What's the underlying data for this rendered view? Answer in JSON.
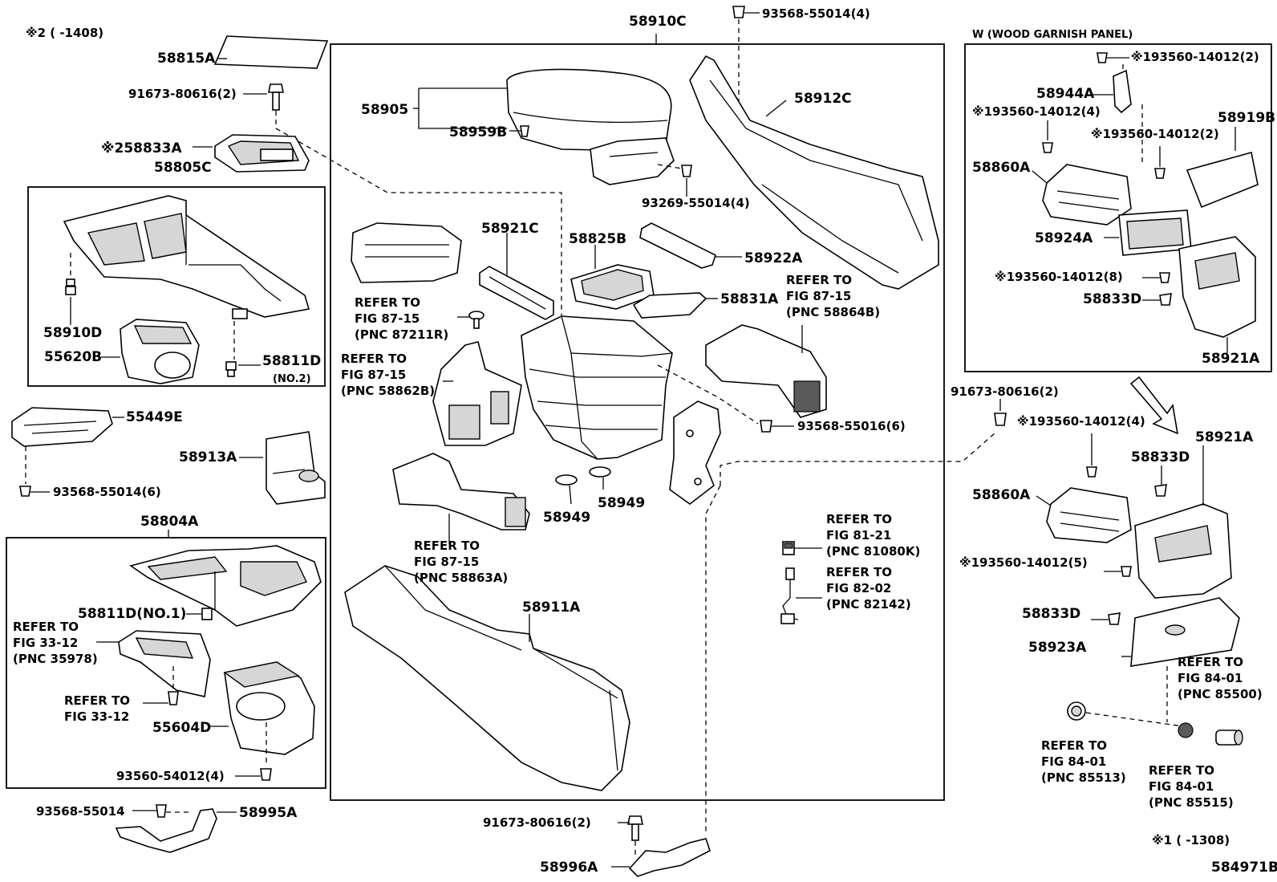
{
  "labels": {
    "note_2": "※2 (       -1408)",
    "note_1": "※1 (       -1308)",
    "p58815A": "58815A",
    "p91673_top": "91673-80616(2)",
    "p58833A": "※258833A",
    "p58805C": "58805C",
    "p58910D": "58910D",
    "p55620B": "55620B",
    "p58811D": "58811D",
    "p58811D_no2": "(NO.2)",
    "p55449E": "55449E",
    "p93568_6": "93568-55014(6)",
    "p58913A": "58913A",
    "p58804A": "58804A",
    "p58811D_no1": "58811D(NO.1)",
    "refer_33_12a_1": "REFER TO",
    "refer_33_12a_2": "FIG 33-12",
    "refer_33_12a_3": "(PNC 35978)",
    "refer_33_12b_1": "REFER TO",
    "refer_33_12b_2": "FIG 33-12",
    "p55604D": "55604D",
    "p93560_54012": "93560-54012(4)",
    "p93568_bottom": "93568-55014",
    "p58995A": "58995A",
    "p58910C": "58910C",
    "p93568_4": "93568-55014(4)",
    "p58905": "58905",
    "p58959B": "58959B",
    "p93269": "93269-55014(4)",
    "p58912C": "58912C",
    "p58921C": "58921C",
    "p58825B": "58825B",
    "p58922A": "58922A",
    "p58831A": "58831A",
    "refer_87211_1": "REFER TO",
    "refer_87211_2": "FIG 87-15",
    "refer_87211_3": "(PNC 87211R)",
    "refer_58862_1": "REFER TO",
    "refer_58862_2": "FIG 87-15",
    "refer_58862_3": "(PNC 58862B)",
    "refer_58864_1": "REFER TO",
    "refer_58864_2": "FIG 87-15",
    "refer_58864_3": "(PNC 58864B)",
    "p93568_55016": "93568-55016(6)",
    "p58949a": "58949",
    "p58949b": "58949",
    "refer_58863_1": "REFER TO",
    "refer_58863_2": "FIG 87-15",
    "refer_58863_3": "(PNC 58863A)",
    "p58911A": "58911A",
    "refer_81080_1": "REFER TO",
    "refer_81080_2": "FIG 81-21",
    "refer_81080_3": "(PNC 81080K)",
    "refer_82142_1": "REFER TO",
    "refer_82142_2": "FIG 82-02",
    "refer_82142_3": "(PNC 82142)",
    "p91673_bottom": "91673-80616(2)",
    "p58996A": "58996A",
    "wood_title": "W (WOOD GARNISH PANEL)",
    "w_193560_2a": "※193560-14012(2)",
    "w_58944A": "58944A",
    "w_193560_4": "※193560-14012(4)",
    "w_58919B": "58919B",
    "w_193560_2b": "※193560-14012(2)",
    "w_58860A": "58860A",
    "w_58924A": "58924A",
    "w_193560_8": "※193560-14012(8)",
    "w_58833D": "58833D",
    "w_58921A": "58921A",
    "p91673_right": "91673-80616(2)",
    "r_193560_4": "※193560-14012(4)",
    "r_58921A": "58921A",
    "r_58833D": "58833D",
    "r_58860A": "58860A",
    "r_193560_5": "※193560-14012(5)",
    "r_58833D_b": "58833D",
    "r_58923A": "58923A",
    "refer_85500_1": "REFER TO",
    "refer_85500_2": "FIG 84-01",
    "refer_85500_3": "(PNC 85500)",
    "refer_85513_1": "REFER TO",
    "refer_85513_2": "FIG 84-01",
    "refer_85513_3": "(PNC 85513)",
    "refer_85515_1": "REFER TO",
    "refer_85515_2": "FIG 84-01",
    "refer_85515_3": "(PNC 85515)",
    "illus_no": "584971B"
  }
}
